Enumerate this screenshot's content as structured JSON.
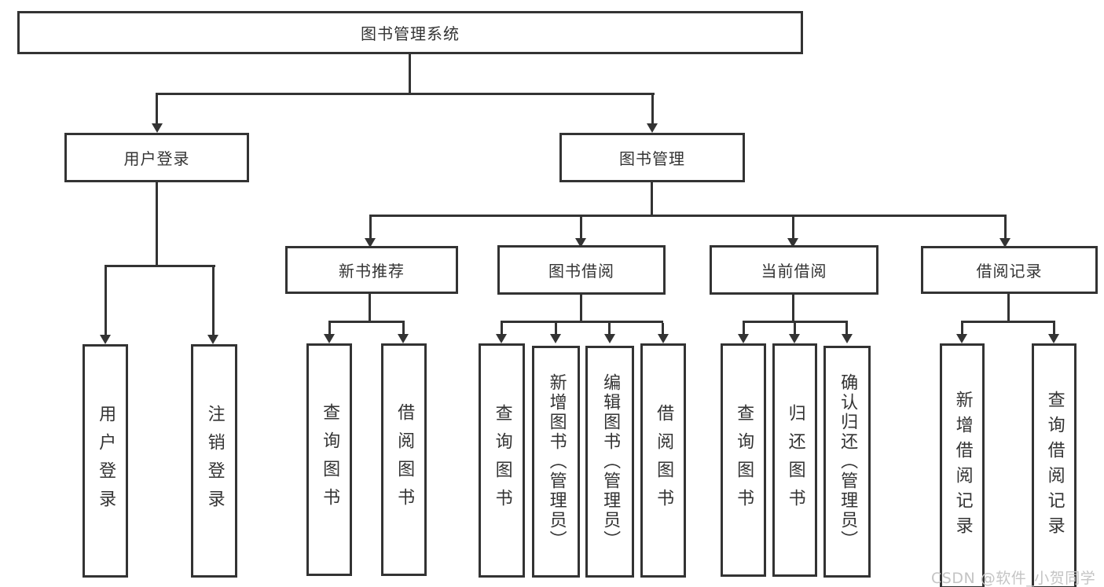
{
  "title": {
    "label": "图书管理系统"
  },
  "tree": {
    "branches": [
      {
        "label": "用户登录",
        "leaves": [
          "用户登录",
          "注销登录"
        ]
      },
      {
        "label": "图书管理",
        "groups": [
          {
            "label": "新书推荐",
            "leaves": [
              "查询图书",
              "借阅图书"
            ]
          },
          {
            "label": "图书借阅",
            "leaves": [
              "查询图书",
              "新增图书（管理员）",
              "编辑图书（管理员）",
              "借阅图书"
            ]
          },
          {
            "label": "当前借阅",
            "leaves": [
              "查询图书",
              "归还图书",
              "确认归还（管理员）"
            ]
          },
          {
            "label": "借阅记录",
            "leaves": [
              "新增借阅记录",
              "查询借阅记录"
            ]
          }
        ]
      }
    ]
  },
  "watermark": {
    "text": "CSDN @软件_小贺同学"
  },
  "colors": {
    "line": "#333333",
    "text": "#333333",
    "box_background": "#ffffff",
    "watermark": "#c4c4c4"
  }
}
